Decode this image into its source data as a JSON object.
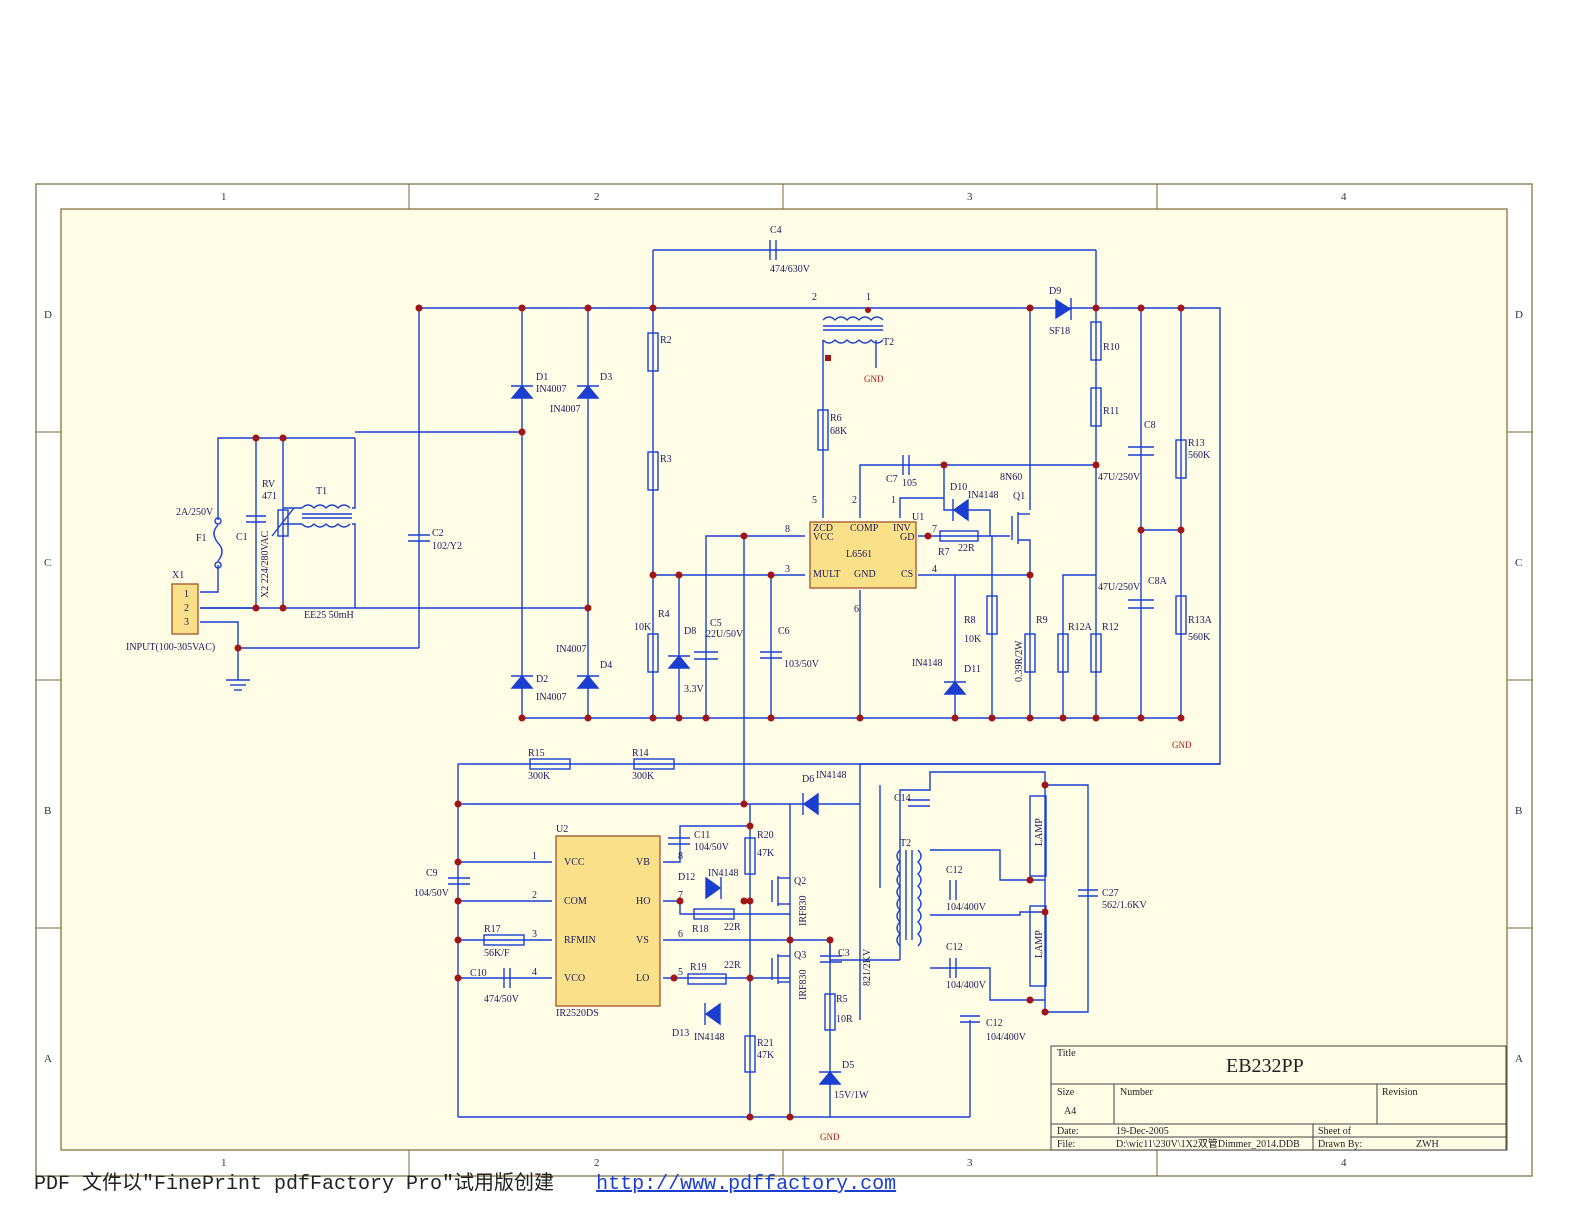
{
  "grid": {
    "columns": [
      "1",
      "2",
      "3",
      "4"
    ],
    "rows": [
      "D",
      "C",
      "B",
      "A"
    ]
  },
  "title_block": {
    "title_label": "Title",
    "title": "EB232PP",
    "size_label": "Size",
    "size": "A4",
    "number_label": "Number",
    "revision_label": "Revision",
    "date_label": "Date:",
    "date": "19-Dec-2005",
    "file_label": "File:",
    "file": "D:\\wic11\\230V\\1X2双管Dimmer_2014.DDB",
    "sheet_label": "Sheet   of",
    "drawn_label": "Drawn By:",
    "drawn_by": "ZWH"
  },
  "labels": {
    "c4": "C4",
    "c4v": "474/630V",
    "t2top": "T2",
    "gnd": "GND",
    "d9": "D9",
    "d9v": "SF18",
    "r10": "R10",
    "r11": "R11",
    "c8": "C8",
    "c8v": "47U/250V",
    "r13": "R13",
    "r13v": "560K",
    "r2": "R2",
    "r3": "R3",
    "r6": "R6",
    "r6v": "68K",
    "d1": "D1",
    "d1v": "IN4007",
    "d3": "D3",
    "d3v": "IN4007",
    "d2": "D2",
    "d2v": "IN4007",
    "d4": "D4",
    "d4v": "IN4007",
    "c7": "C7",
    "c7v": "105",
    "d10": "D10",
    "d10v": "IN4148",
    "q1v": "8N60",
    "q1": "Q1",
    "u1": "U1",
    "u1p": "L6561",
    "zcd": "ZCD",
    "comp": "COMP",
    "inv": "INV",
    "vcc": "VCC",
    "gd": "GD",
    "mult": "MULT",
    "gndp": "GND",
    "cs": "CS",
    "r7": "R7",
    "r7v": "22R",
    "r8": "R8",
    "r8v": "10K",
    "r9": "R9",
    "r9v": "0.39R/2W",
    "r12a": "R12A",
    "r12": "R12",
    "c8a": "C8A",
    "c8av": "47U/250V",
    "r13a": "R13A",
    "r13av": "560K",
    "d11": "D11",
    "d11v": "IN4148",
    "r4": "R4",
    "r4v": "10K",
    "d8": "D8",
    "d8v": "3.3V",
    "c5": "C5",
    "c5v": "22U/50V",
    "c6": "C6",
    "c6v": "103/50V",
    "fuse": "2A/250V",
    "f1": "F1",
    "c1": "C1",
    "c1v": "X2 224/280VAC",
    "rv": "RV",
    "rvv": "471",
    "t1": "T1",
    "t1v": "EE25 50mH",
    "c2": "C2",
    "c2v": "102/Y2",
    "x1": "X1",
    "input": "INPUT(100-305VAC)",
    "r15": "R15",
    "r15v": "300K",
    "r14": "R14",
    "r14v": "300K",
    "d6": "D6",
    "d6v": "IN4148",
    "u2": "U2",
    "u2p": "IR2520DS",
    "u2vcc": "VCC",
    "u2com": "COM",
    "u2rf": "RFMIN",
    "u2vco": "VCO",
    "u2vb": "VB",
    "u2ho": "HO",
    "u2vs": "VS",
    "u2lo": "LO",
    "c9": "C9",
    "c9v": "104/50V",
    "r17": "R17",
    "r17v": "56K/F",
    "c10": "C10",
    "c10v": "474/50V",
    "c11": "C11",
    "c11v": "104/50V",
    "r20": "R20",
    "r20v": "47K",
    "d12": "D12",
    "d12v": "IN4148",
    "r18": "R18",
    "r18v": "22R",
    "q2": "Q2",
    "q2v": "IRF830",
    "q3": "Q3",
    "q3v": "IRF830",
    "r19": "R19",
    "r19v": "22R",
    "d13": "D13",
    "d13v": "IN4148",
    "r21": "R21",
    "r21v": "47K",
    "c3": "C3",
    "c3v": "821/2KV",
    "r5": "R5",
    "r5v": "10R",
    "d5": "D5",
    "d5v": "15V/1W",
    "c14": "C14",
    "t2b": "T2",
    "c12a": "C12",
    "c12av": "104/400V",
    "c12b": "C12",
    "c12bv": "104/400V",
    "c12c": "C12",
    "c12cv": "104/400V",
    "lamp1": "LAMP",
    "lamp2": "LAMP",
    "c27": "C27",
    "c27v": "562/1.6KV"
  },
  "pins": {
    "p8": "8",
    "p3": "3",
    "p5": "5",
    "p2": "2",
    "p1": "1",
    "p7": "7",
    "p4": "4",
    "p6": "6",
    "x1a": "1",
    "x1b": "2",
    "x1c": "3",
    "t2p2": "2",
    "t2p1": "1",
    "u2p1": "1",
    "u2p2": "2",
    "u2p3": "3",
    "u2p4": "4",
    "u2p8": "8",
    "u2p7": "7",
    "u2p6": "6",
    "u2p5": "5"
  },
  "footer": {
    "text": "PDF 文件以\"FinePrint pdfFactory Pro\"试用版创建",
    "link": "http://www.pdffactory.com"
  }
}
